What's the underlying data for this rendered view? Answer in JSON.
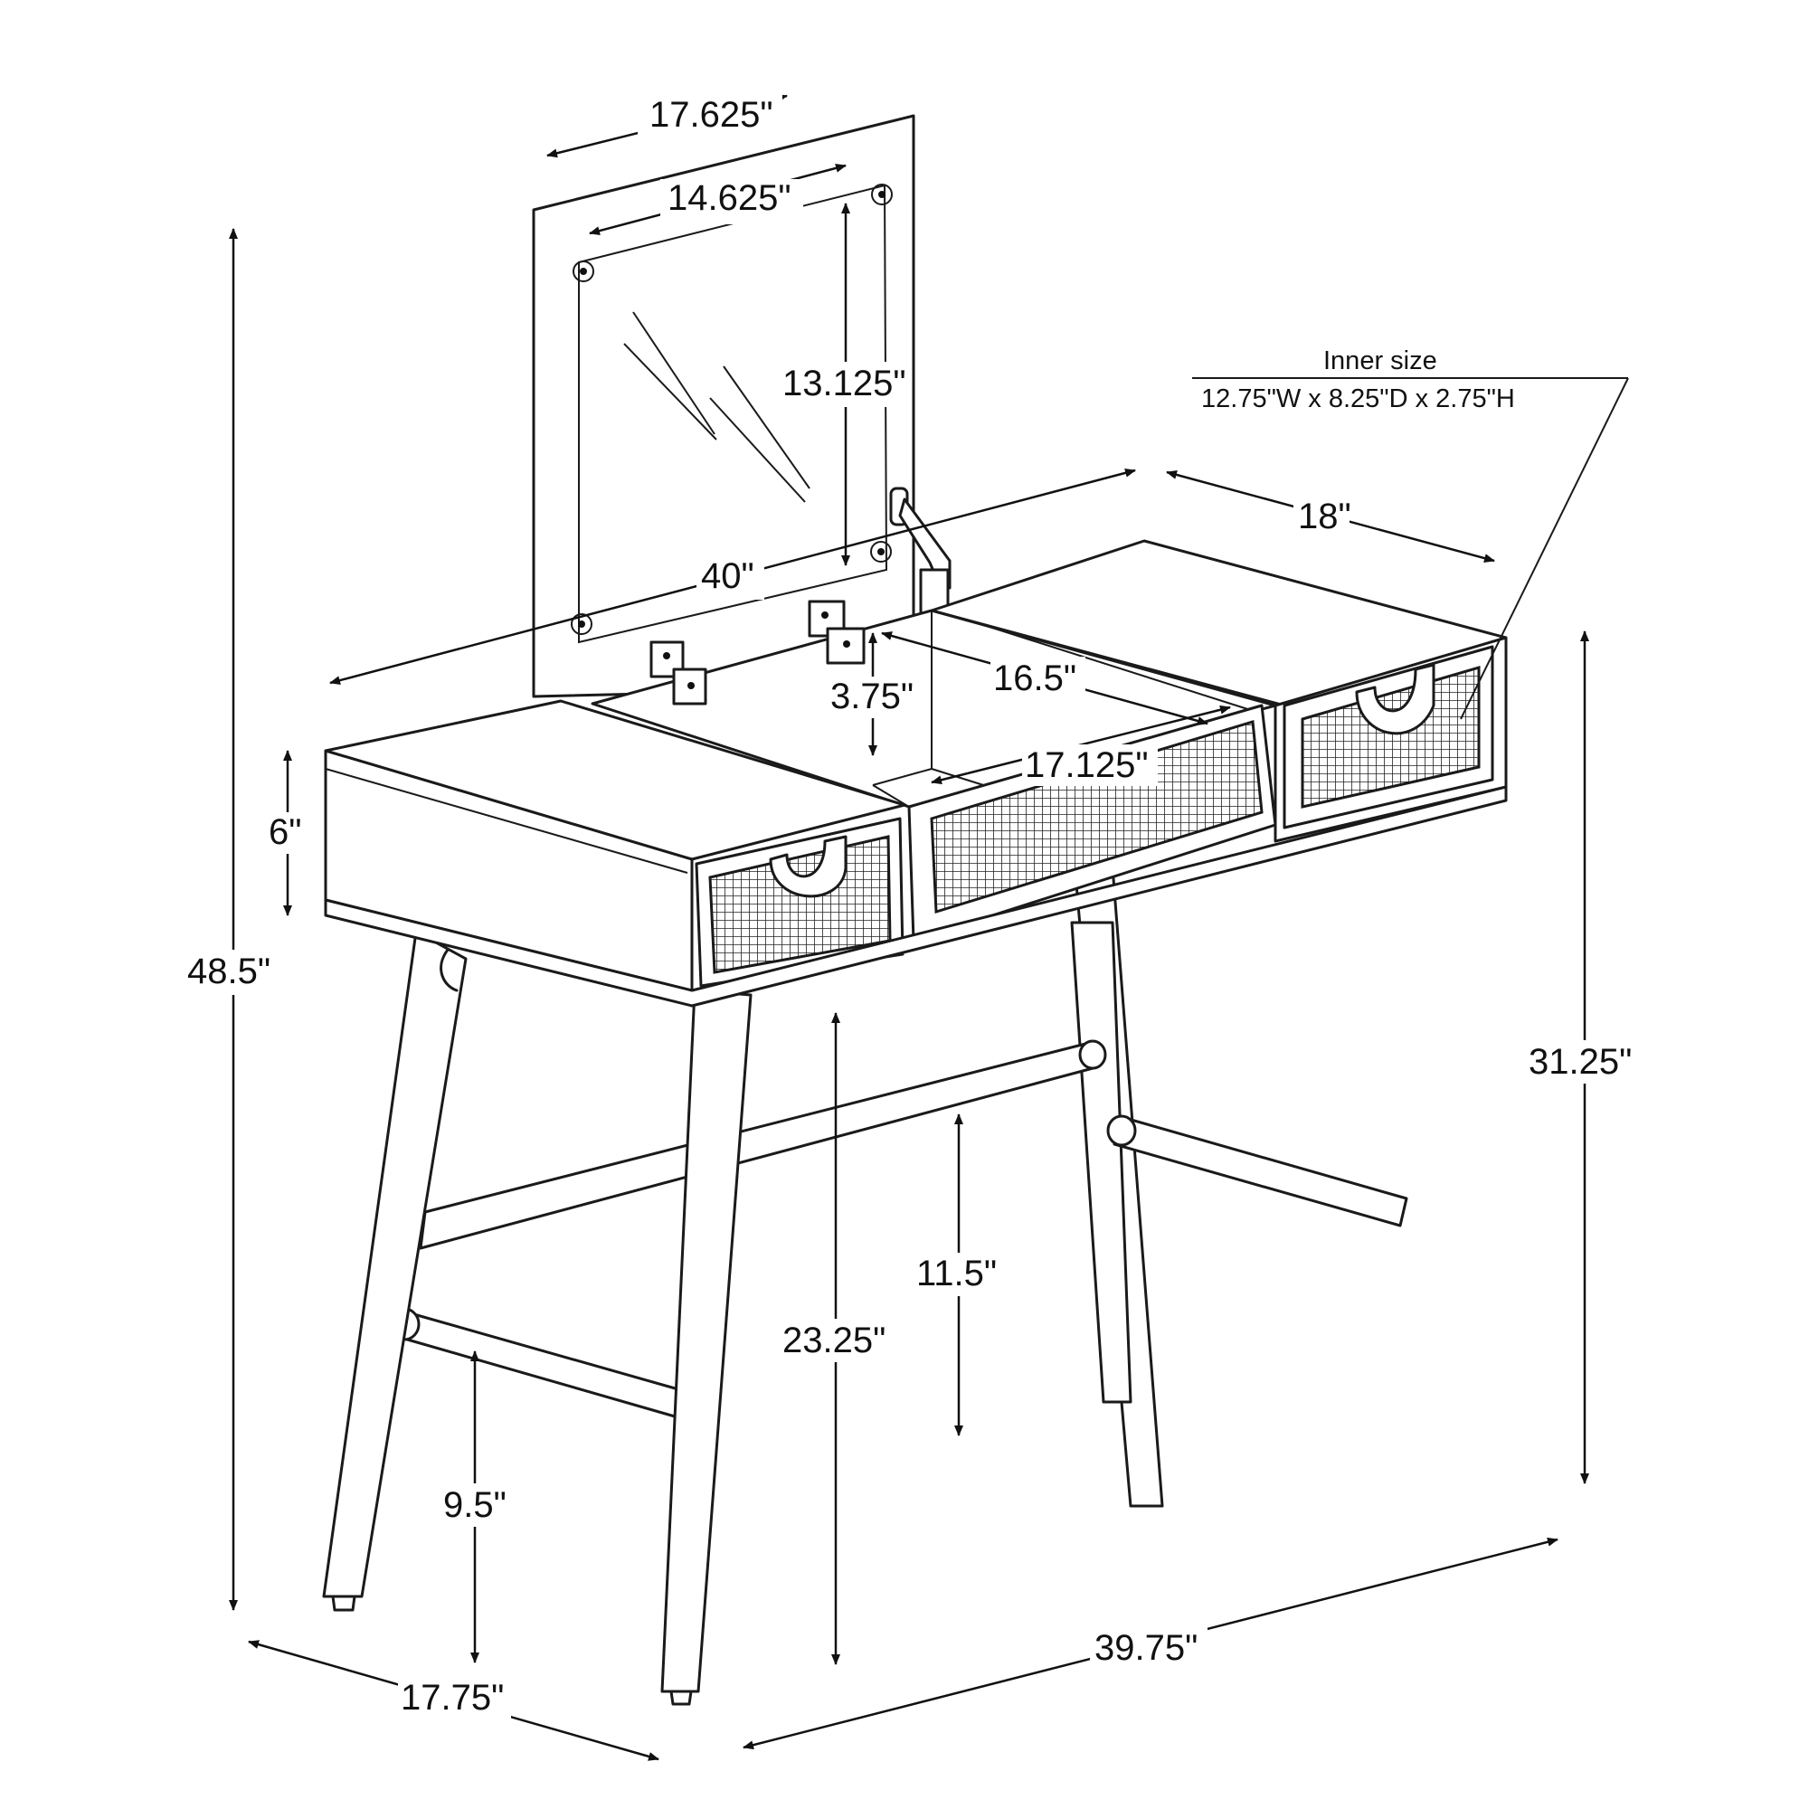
{
  "dimensions": {
    "mirror_frame_width": "17.625\"",
    "mirror_width": "14.625\"",
    "mirror_height": "13.125\"",
    "total_height": "48.5\"",
    "top_width": "40\"",
    "top_depth": "18\"",
    "compartment_depth": "3.75\"",
    "compartment_width": "16.5\"",
    "center_drawer_width": "17.125\"",
    "side_drawer_height": "6\"",
    "table_height": "31.25\"",
    "stretcher_height": "11.5\"",
    "knee_clearance": "23.25\"",
    "front_stretcher_height": "9.5\"",
    "leg_depth": "17.75\"",
    "leg_width": "39.75\""
  },
  "inner_size": {
    "label": "Inner size",
    "value": "12.75\"W x 8.25\"D x 2.75\"H"
  }
}
